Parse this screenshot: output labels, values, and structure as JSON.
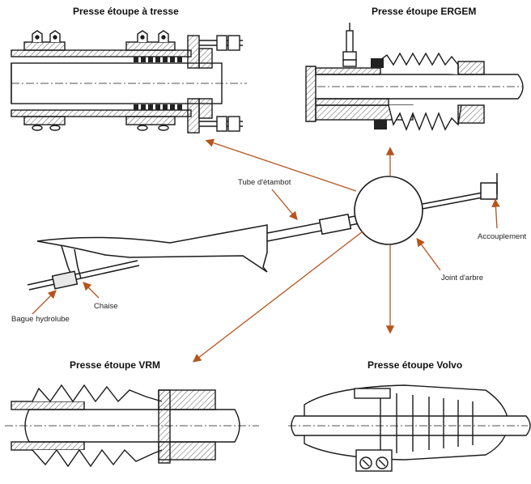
{
  "titles": {
    "tresse": "Presse étoupe  à tresse",
    "ergem": "Presse étoupe  ERGEM",
    "vrm": "Presse étoupe  VRM",
    "volvo": "Presse étoupe  Volvo"
  },
  "labels": {
    "tube": "Tube d'étambot",
    "accouplement": "Accouplement",
    "joint": "Joint d'arbre",
    "chaise": "Chaise",
    "bague": "Bague hydrolube"
  },
  "colors": {
    "arrow": "#b5541c",
    "line": "#1a1a1a",
    "hatch": "#555555"
  }
}
